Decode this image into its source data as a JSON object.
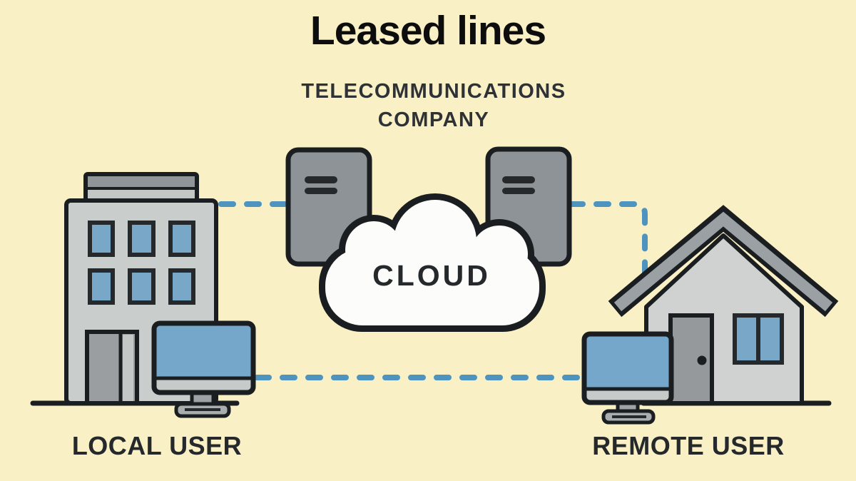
{
  "header": {
    "title": "Leased lines",
    "subtitle_line1": "TELECOMMUNICATIONS",
    "subtitle_line2": "COMPANY"
  },
  "diagram": {
    "cloud": {
      "label": "CLOUD",
      "icon": "cloud-icon"
    },
    "telecom": {
      "server_left_icon": "server-tower-icon",
      "server_right_icon": "server-tower-icon"
    },
    "local": {
      "label": "LOCAL USER",
      "building_icon": "office-building-icon",
      "device_icon": "desktop-monitor-icon"
    },
    "remote": {
      "label": "REMOTE USER",
      "building_icon": "house-icon",
      "device_icon": "desktop-monitor-icon"
    },
    "connections": [
      {
        "from": "local-building",
        "to": "server-left",
        "style": "dashed",
        "color": "#4E94BE"
      },
      {
        "from": "server-right",
        "to": "remote-house",
        "style": "dashed-elbow",
        "color": "#4E94BE"
      },
      {
        "from": "local-monitor",
        "to": "remote-monitor",
        "style": "dashed",
        "color": "#4E94BE"
      }
    ]
  },
  "colors": {
    "background": "#FAF0C5",
    "connection_blue": "#4E94BE",
    "screen_blue": "#74A7CA",
    "window_blue": "#79A7C8",
    "building_gray": "#C9CDCB",
    "house_gray": "#CFD2D0",
    "roof_gray": "#9AA0A3",
    "server_gray": "#8D9396",
    "cloud_white": "#FCFCFA",
    "outline_dark": "#1B1E20",
    "text_dark": "#26292C"
  }
}
